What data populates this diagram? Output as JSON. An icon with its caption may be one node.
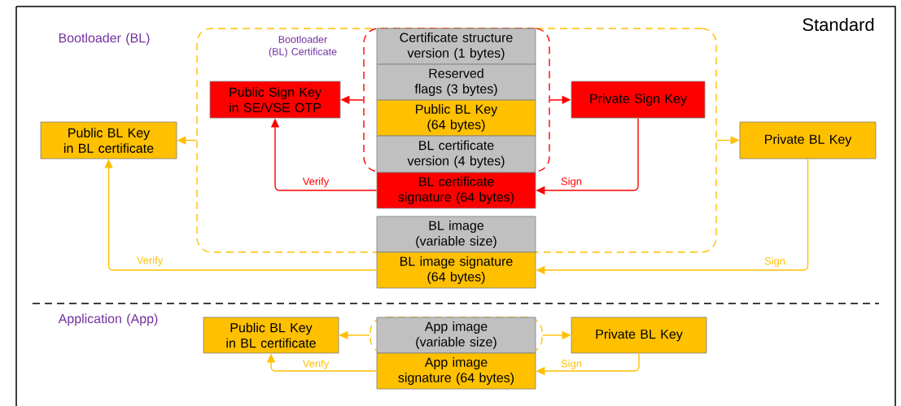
{
  "diagram": {
    "nodes": [
      {
        "text": [],
        "shape": "box"
      },
      {
        "text": [],
        "shape": "box",
        "in": 0
      },
      {
        "text": [
          "Public Sign Key in SE/VSE OTP"
        ],
        "in": 0
      },
      {
        "text": [
          "Certificate structure version (1 bytes)"
        ],
        "in": 1
      },
      {
        "text": [
          "Reserved flags (3 bytes)"
        ],
        "in": 1
      },
      {
        "text": [
          "Public BL Key (64 bytes)"
        ],
        "in": 1
      },
      {
        "text": [
          "BL certificate version (4 bytes)"
        ],
        "in": 1
      },
      {
        "text": [
          "Private Sign Key"
        ],
        "in": 0
      },
      {
        "text": [
          "Public BL Key in BL certificate"
        ]
      },
      {
        "text": [
          "Private BL Key"
        ]
      },
      {
        "text": [
          "BL certificate signature (64 bytes)"
        ],
        "in": 0
      },
      {
        "text": [
          "BL image (variable size)"
        ],
        "in": 0
      },
      {
        "text": [
          "BL image signature (64 bytes)"
        ]
      },
      {
        "text": [],
        "shape": "box"
      },
      {
        "text": [
          "Public BL Key in BL certificate"
        ]
      },
      {
        "text": [
          "App image (variable size)"
        ],
        "in": 13
      },
      {
        "text": [
          "Private BL Key"
        ]
      },
      {
        "text": [
          "App image signature (64 bytes)"
        ]
      }
    ],
    "edges": [
      {
        "from": 1,
        "to": 2,
        "arrow": "to",
        "color": "#ff0000"
      },
      {
        "from": 1,
        "to": 7,
        "arrow": "to",
        "color": "#ff0000"
      },
      {
        "from": 7,
        "to": 10,
        "arrow": "to",
        "label": "Sign",
        "color": "#ff0000"
      },
      {
        "from": 10,
        "to": 2,
        "arrow": "to",
        "label": "Verify",
        "color": "#ff0000"
      },
      {
        "from": 0,
        "to": 8,
        "arrow": "to"
      },
      {
        "from": 0,
        "to": 9,
        "arrow": "to"
      },
      {
        "from": 9,
        "to": 12,
        "arrow": "to",
        "label": "Sign"
      },
      {
        "from": 12,
        "to": 8,
        "arrow": "to",
        "label": "Verify"
      },
      {
        "from": 13,
        "to": 14,
        "arrow": "to"
      },
      {
        "from": 13,
        "to": 16,
        "arrow": "to"
      },
      {
        "from": 16,
        "to": 17,
        "arrow": "to",
        "label": "Sign"
      },
      {
        "from": 17,
        "to": 14,
        "arrow": "to",
        "label": "Verify"
      }
    ],
    "labels": [
      "Standard",
      "Bootloader (BL)",
      "Bootloader (BL) Certificate",
      "Application (App)"
    ]
  }
}
